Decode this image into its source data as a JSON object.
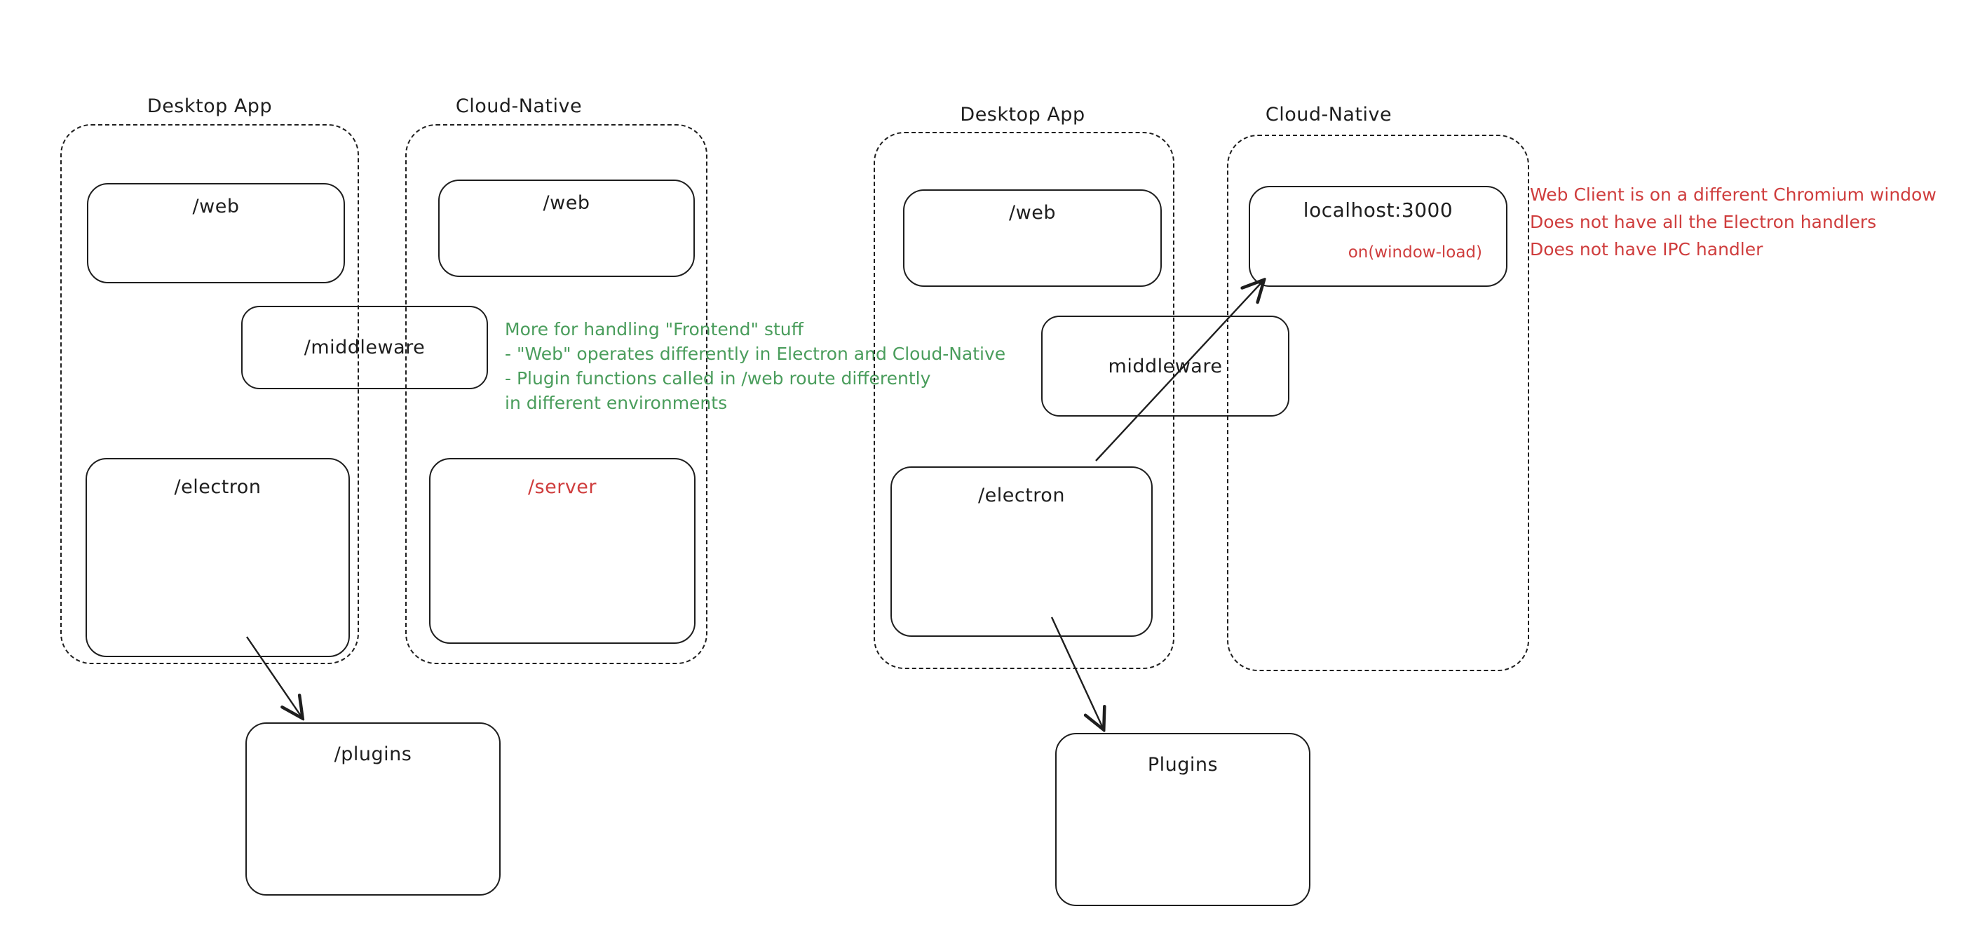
{
  "colors": {
    "stroke": "#1e1e1e",
    "green": "#4a9d5c",
    "red": "#cf3d3d",
    "background": "#ffffff"
  },
  "left": {
    "desktop": {
      "label": "Desktop App",
      "web": "/web",
      "electron": "/electron"
    },
    "cloud": {
      "label": "Cloud-Native",
      "web": "/web",
      "server": "/server"
    },
    "middleware": "/middleware",
    "plugins": "/plugins",
    "note": {
      "lines": [
        "More for handling \"Frontend\" stuff",
        "- \"Web\" operates differently in Electron and Cloud-Native",
        "- Plugin functions called in /web route differently",
        "in different environments"
      ]
    }
  },
  "right": {
    "desktop": {
      "label": "Desktop App",
      "web": "/web",
      "electron": "/electron"
    },
    "cloud": {
      "label": "Cloud-Native",
      "localhost": {
        "title": "localhost:3000",
        "event": "on(window-load)"
      }
    },
    "middleware": "middleware",
    "plugins": "Plugins",
    "note": {
      "lines": [
        "Web Client is on a different Chromium window",
        "Does not have all the Electron handlers",
        "Does not have IPC handler"
      ]
    }
  }
}
